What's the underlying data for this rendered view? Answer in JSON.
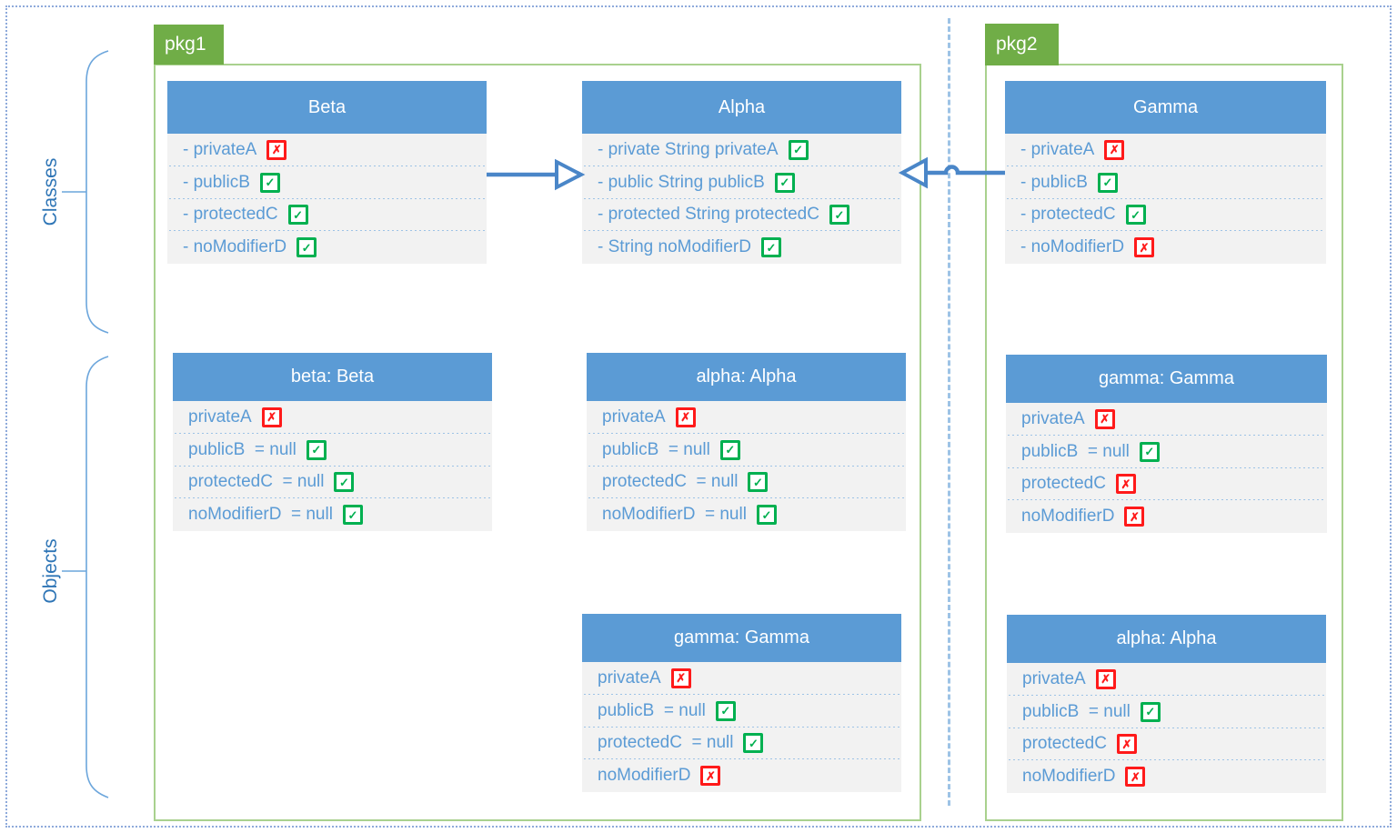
{
  "side_labels": {
    "classes": "Classes",
    "objects": "Objects"
  },
  "colors": {
    "header_blue": "#5B9BD5",
    "field_text_blue": "#5B9BD5",
    "body_gray": "#F2F2F2",
    "package_green": "#70AD47",
    "package_border_green": "#A9D18E",
    "check_green": "#00B050",
    "cross_red": "#FF1A1A",
    "connector_blue": "#4A86C8",
    "separator_blue": "#9DC3E6",
    "side_label_blue": "#2E75B6",
    "outer_border_blue": "#8EAADB"
  },
  "icons": {
    "check": "✓",
    "cross": "✗"
  },
  "pkg1": {
    "label": "pkg1",
    "class_beta": {
      "title": "Beta",
      "fields": [
        {
          "text": "- privateA",
          "status": "fail",
          "mark": "✗"
        },
        {
          "text": "- publicB",
          "status": "ok",
          "mark": "✓"
        },
        {
          "text": "- protectedC",
          "status": "ok",
          "mark": "✓"
        },
        {
          "text": "- noModifierD",
          "status": "ok",
          "mark": "✓"
        }
      ]
    },
    "class_alpha": {
      "title": "Alpha",
      "fields": [
        {
          "text": "- private String privateA",
          "status": "ok",
          "mark": "✓"
        },
        {
          "text": "- public String publicB",
          "status": "ok",
          "mark": "✓"
        },
        {
          "text": "- protected String protectedC",
          "status": "ok",
          "mark": "✓"
        },
        {
          "text": "- String noModifierD",
          "status": "ok",
          "mark": "✓"
        }
      ]
    },
    "object_beta": {
      "title": "beta: Beta",
      "fields": [
        {
          "text": "privateA",
          "status": "fail",
          "mark": "✗"
        },
        {
          "text": "publicB  = null",
          "status": "ok",
          "mark": "✓"
        },
        {
          "text": "protectedC  = null",
          "status": "ok",
          "mark": "✓"
        },
        {
          "text": "noModifierD  = null",
          "status": "ok",
          "mark": "✓"
        }
      ]
    },
    "object_alpha": {
      "title": "alpha: Alpha",
      "fields": [
        {
          "text": "privateA",
          "status": "fail",
          "mark": "✗"
        },
        {
          "text": "publicB  = null",
          "status": "ok",
          "mark": "✓"
        },
        {
          "text": "protectedC  = null",
          "status": "ok",
          "mark": "✓"
        },
        {
          "text": "noModifierD  = null",
          "status": "ok",
          "mark": "✓"
        }
      ]
    },
    "object_gamma": {
      "title": "gamma: Gamma",
      "fields": [
        {
          "text": "privateA",
          "status": "fail",
          "mark": "✗"
        },
        {
          "text": "publicB  = null",
          "status": "ok",
          "mark": "✓"
        },
        {
          "text": "protectedC  = null",
          "status": "ok",
          "mark": "✓"
        },
        {
          "text": "noModifierD",
          "status": "fail",
          "mark": "✗"
        }
      ]
    }
  },
  "pkg2": {
    "label": "pkg2",
    "class_gamma": {
      "title": "Gamma",
      "fields": [
        {
          "text": "- privateA",
          "status": "fail",
          "mark": "✗"
        },
        {
          "text": "- publicB",
          "status": "ok",
          "mark": "✓"
        },
        {
          "text": "- protectedC",
          "status": "ok",
          "mark": "✓"
        },
        {
          "text": "- noModifierD",
          "status": "fail",
          "mark": "✗"
        }
      ]
    },
    "object_gamma": {
      "title": "gamma: Gamma",
      "fields": [
        {
          "text": "privateA",
          "status": "fail",
          "mark": "✗"
        },
        {
          "text": "publicB  = null",
          "status": "ok",
          "mark": "✓"
        },
        {
          "text": "protectedC",
          "status": "fail",
          "mark": "✗"
        },
        {
          "text": "noModifierD",
          "status": "fail",
          "mark": "✗"
        }
      ]
    },
    "object_alpha": {
      "title": "alpha: Alpha",
      "fields": [
        {
          "text": "privateA",
          "status": "fail",
          "mark": "✗"
        },
        {
          "text": "publicB  = null",
          "status": "ok",
          "mark": "✓"
        },
        {
          "text": "protectedC",
          "status": "fail",
          "mark": "✗"
        },
        {
          "text": "noModifierD",
          "status": "fail",
          "mark": "✗"
        }
      ]
    }
  }
}
